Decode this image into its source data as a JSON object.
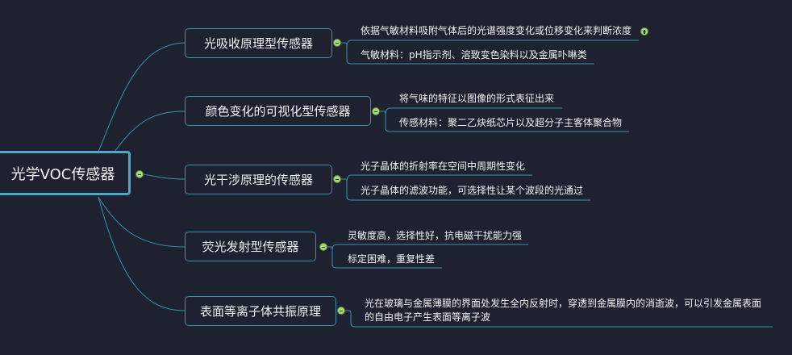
{
  "root": {
    "label": "光学VOC传感器"
  },
  "branches": [
    {
      "label": "光吸收原理型传感器",
      "children": [
        "依据气敏材料吸附气体后的光谱强度变化或位移变化来判断浓度",
        "气敏材料：pH指示剂、溶致变色染料以及金属卟啉类"
      ]
    },
    {
      "label": "颜色变化的可视化型传感器",
      "children": [
        "将气味的特征以图像的形式表征出来",
        "传感材料：聚二乙炔纸芯片以及超分子主客体聚合物"
      ]
    },
    {
      "label": "光干涉原理的传感器",
      "children": [
        "光子晶体的折射率在空间中周期性变化",
        "光子晶体的滤波功能，可选择性让某个波段的光通过"
      ]
    },
    {
      "label": "荧光发射型传感器",
      "children": [
        "灵敏度高，选择性好，抗电磁干扰能力强",
        "标定困难，重复性差"
      ]
    },
    {
      "label": "表面等离子体共振原理",
      "children": [
        "光在玻璃与金属薄膜的界面处发生全内反射时，穿透到金属膜内的消逝波，可以引发金属表面",
        "的自由电子产生表面等离子波"
      ]
    }
  ],
  "colors": {
    "background": "#1e2230",
    "line": "#3a8fb0",
    "root_border": "#4aa8c8",
    "toggle": "#a8d878"
  }
}
